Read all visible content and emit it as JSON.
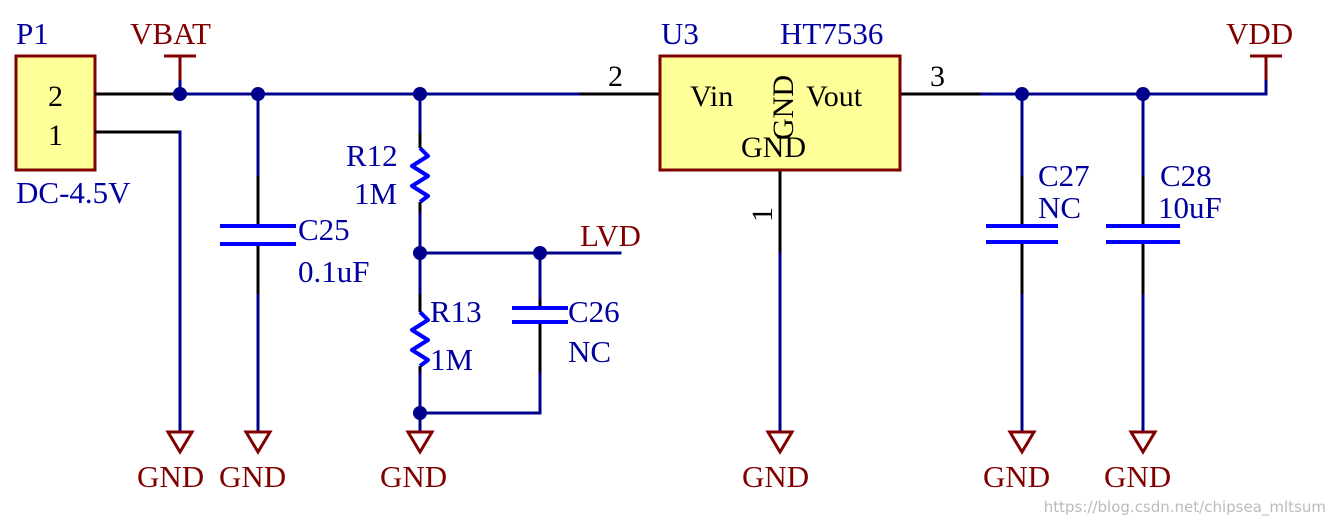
{
  "connector": {
    "designator": "P1",
    "value": "DC-4.5V",
    "pin_top": "2",
    "pin_bottom": "1"
  },
  "nets": {
    "vbat": "VBAT",
    "lvd": "LVD",
    "vdd": "VDD",
    "gnd": "GND"
  },
  "regulator": {
    "designator": "U3",
    "value": "HT7536",
    "pin_vin": "Vin",
    "pin_vout": "Vout",
    "pin_gnd": "GND",
    "pin_gnd_rotated": "GND",
    "pin_num_in": "2",
    "pin_num_out": "3",
    "pin_num_gnd": "1"
  },
  "components": {
    "c25": {
      "designator": "C25",
      "value": "0.1uF"
    },
    "r12": {
      "designator": "R12",
      "value": "1M"
    },
    "r13": {
      "designator": "R13",
      "value": "1M"
    },
    "c26": {
      "designator": "C26",
      "value": "NC"
    },
    "c27": {
      "designator": "C27",
      "value": "NC"
    },
    "c28": {
      "designator": "C28",
      "value": "10uF"
    }
  },
  "watermark": "https://blog.csdn.net/chipsea_mltsum",
  "colors": {
    "wire": "#00008b",
    "component": "#0000ff",
    "net_label": "#800000",
    "ic_body": "#ffff99"
  }
}
